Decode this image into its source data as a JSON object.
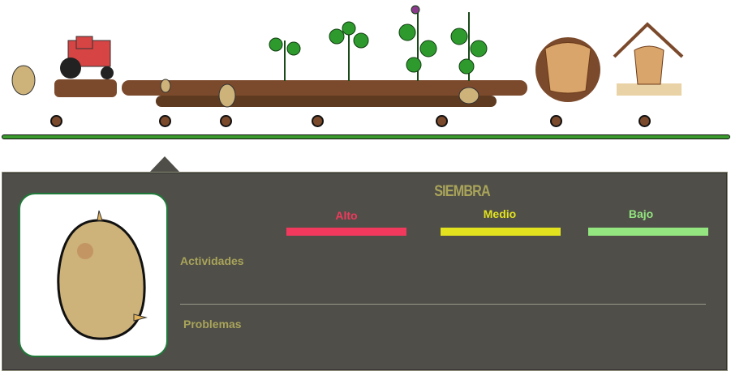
{
  "stage": {
    "title": "SIEMBRA"
  },
  "levels": [
    {
      "label": "Alto",
      "color": "#f0395c"
    },
    {
      "label": "Medio",
      "color": "#e2e21f"
    },
    {
      "label": "Bajo",
      "color": "#93e680"
    }
  ],
  "rows": {
    "activities": "Actividades",
    "problems": "Problemas"
  },
  "colors": {
    "timeline": "#3a9a2e",
    "panel": "#4f4e48",
    "soil": "#7b4a2c"
  }
}
